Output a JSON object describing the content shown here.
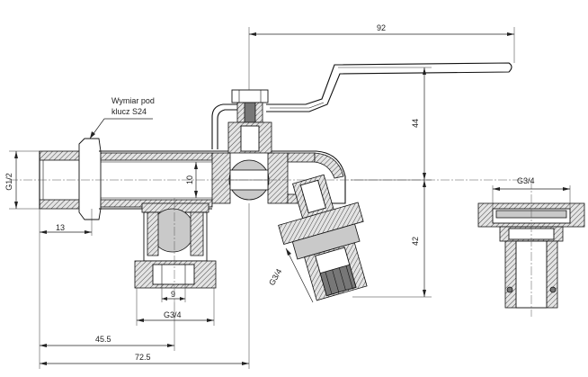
{
  "labels": {
    "note_line1": "Wymiar pod",
    "note_line2": "klucz S24"
  },
  "dimensions": {
    "d92": "92",
    "d44": "44",
    "d42": "42",
    "g12": "G1/2",
    "d10": "10",
    "d13": "13",
    "d9": "9",
    "g34_bottom": "G3/4",
    "g34_nozzle": "G3/4",
    "g34_adapter": "G3/4",
    "d455": "45.5",
    "d725": "72.5"
  }
}
